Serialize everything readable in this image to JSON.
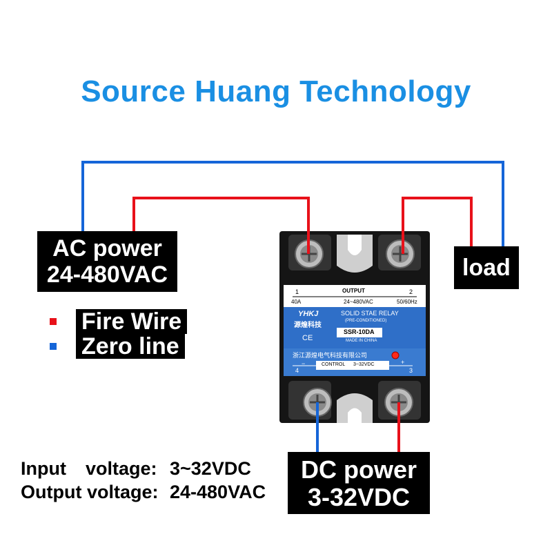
{
  "title": "Source Huang Technology",
  "colors": {
    "title": "#1a8fe3",
    "fire_wire": "#e8111a",
    "zero_line": "#1565d8",
    "relay_label": "#2f6fc8"
  },
  "ac_power": {
    "line1": "AC power",
    "line2": "24-480VAC"
  },
  "load": {
    "label": "load"
  },
  "dc_power": {
    "line1": "DC power",
    "line2": "3-32VDC"
  },
  "legend": [
    {
      "label": "Fire Wire",
      "color": "#e8111a"
    },
    {
      "label": "Zero line",
      "color": "#1565d8"
    }
  ],
  "specs": [
    {
      "name": "Input",
      "spacer": "voltage:",
      "value": "3~32VDC"
    },
    {
      "name": "Output voltage:",
      "value": "24-480VAC"
    }
  ],
  "relay": {
    "output_label": "OUTPUT",
    "terminal_1": "1",
    "terminal_2": "2",
    "terminal_3": "3",
    "terminal_4": "4",
    "current": "40A",
    "voltage": "24~480VAC",
    "frequency": "50/60Hz",
    "brand": "YHKJ",
    "brand_cn": "源煌科技",
    "type": "SOLID STAE RELAY",
    "subtitle": "(PRE-CONDITIONED)",
    "model": "SSR-10DA",
    "ce": "CE",
    "made_in": "MADE IN CHINA",
    "company_cn": "浙江源煌电气科技有限公司",
    "control": "CONTROL",
    "control_voltage": "3~32VDC",
    "minus": "−",
    "plus": "+"
  }
}
